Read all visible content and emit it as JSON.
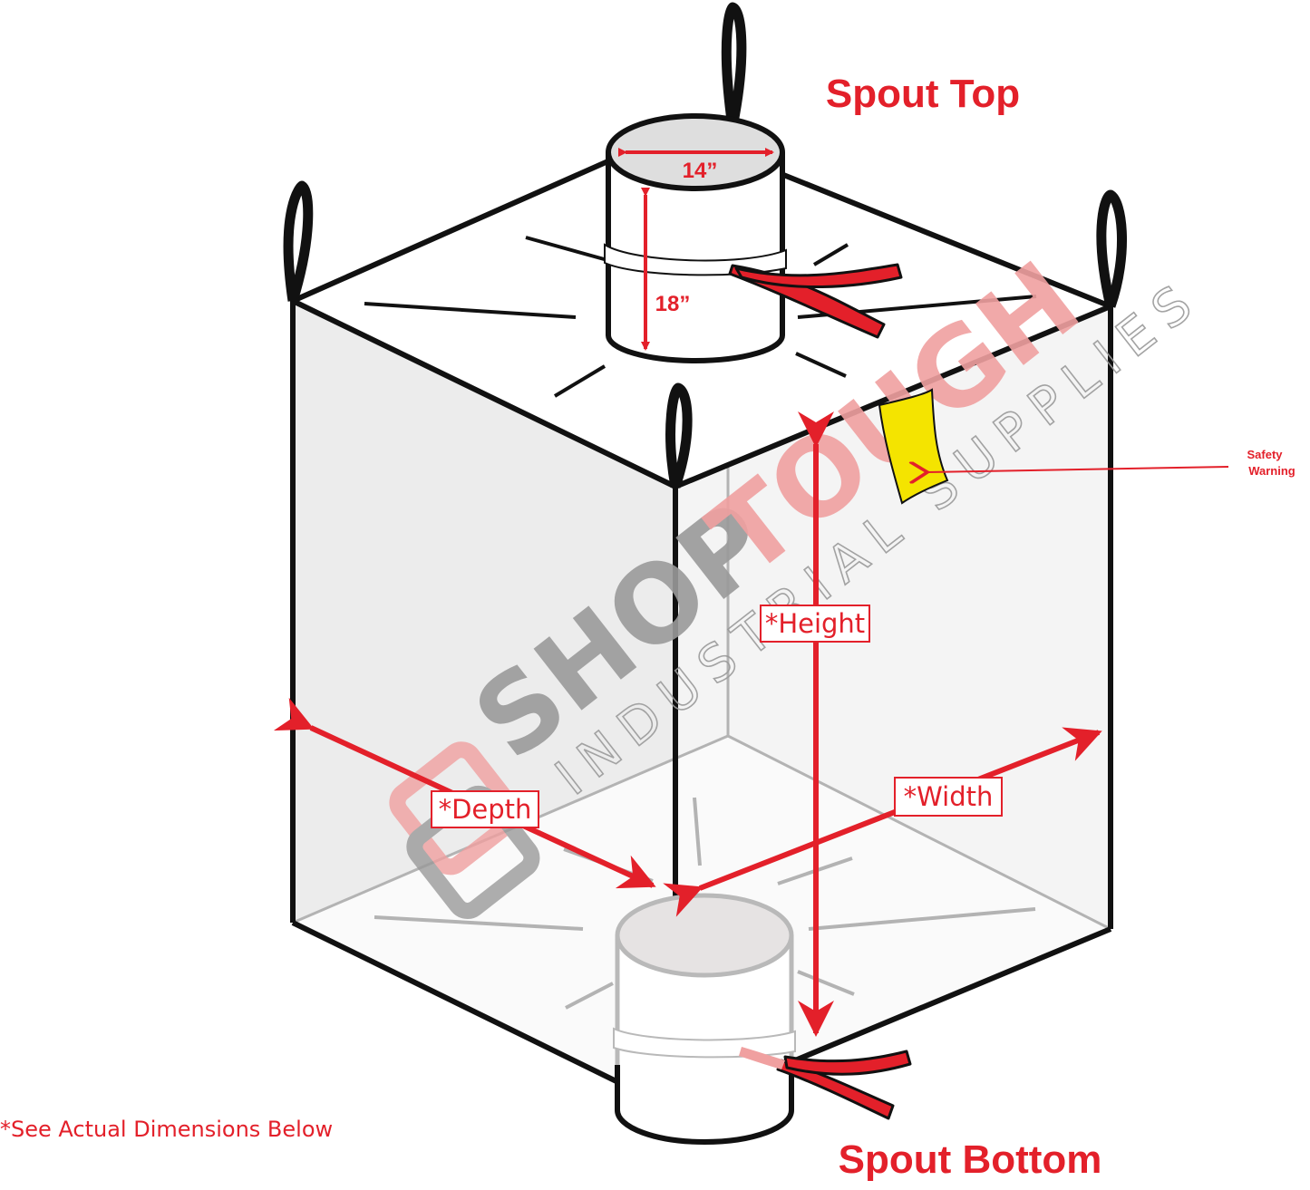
{
  "titles": {
    "spout_top": "Spout Top",
    "spout_bottom": "Spout Bottom"
  },
  "dimensions": {
    "spout_diameter": "14”",
    "spout_height": "18”",
    "height": "*Height",
    "width": "*Width",
    "depth": "*Depth"
  },
  "callouts": {
    "safety_line1": "Safety",
    "safety_line2": "Warning"
  },
  "footnote": "*See Actual Dimensions Below",
  "watermark": {
    "word_shop": "SHOP",
    "word_tough": "TOUGH",
    "tagline": "INDUSTRIAL SUPPLIES"
  },
  "colors": {
    "accent_red": "#e3202a",
    "outline": "#111111",
    "warning_label": "#f4e400",
    "watermark_grey": "#9a9a9a",
    "watermark_red": "#f0a0a0"
  }
}
